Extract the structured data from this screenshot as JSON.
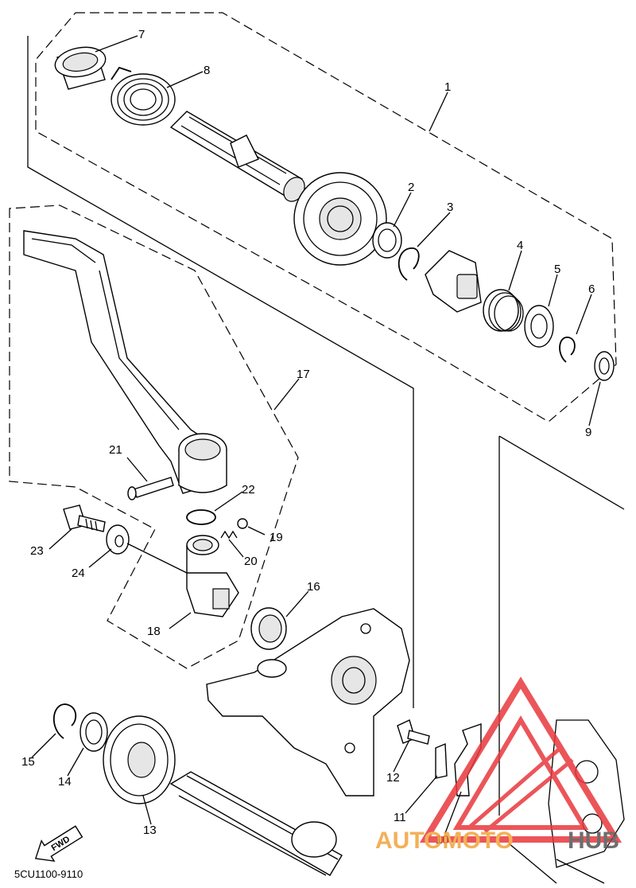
{
  "diagram": {
    "callouts": [
      {
        "id": "1",
        "label": "1"
      },
      {
        "id": "2",
        "label": "2"
      },
      {
        "id": "3",
        "label": "3"
      },
      {
        "id": "4",
        "label": "4"
      },
      {
        "id": "5",
        "label": "5"
      },
      {
        "id": "6",
        "label": "6"
      },
      {
        "id": "7",
        "label": "7"
      },
      {
        "id": "8",
        "label": "8"
      },
      {
        "id": "9",
        "label": "9"
      },
      {
        "id": "10",
        "label": "10"
      },
      {
        "id": "11",
        "label": "11"
      },
      {
        "id": "12",
        "label": "12"
      },
      {
        "id": "13",
        "label": "13"
      },
      {
        "id": "14",
        "label": "14"
      },
      {
        "id": "15",
        "label": "15"
      },
      {
        "id": "16",
        "label": "16"
      },
      {
        "id": "17",
        "label": "17"
      },
      {
        "id": "18",
        "label": "18"
      },
      {
        "id": "19",
        "label": "19"
      },
      {
        "id": "20",
        "label": "20"
      },
      {
        "id": "21",
        "label": "21"
      },
      {
        "id": "22",
        "label": "22"
      },
      {
        "id": "23",
        "label": "23"
      },
      {
        "id": "24",
        "label": "24"
      }
    ],
    "direction_marker": "FWD",
    "catalog_code": "5CU1100-9110"
  },
  "watermark": {
    "text_part1": "AUTOMOTO",
    "text_part2": "HUB",
    "color_logo": "#e8383d",
    "color_text1": "#f2a33a",
    "color_text2": "#555555"
  }
}
